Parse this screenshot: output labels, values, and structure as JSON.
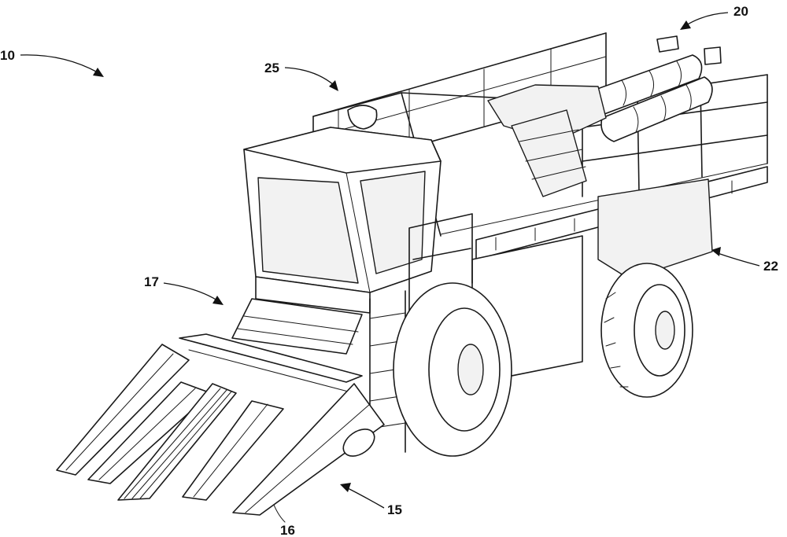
{
  "figure": {
    "labels": {
      "machine": "10",
      "basket_module": "20",
      "rear_frame": "22",
      "upper_deck": "25",
      "cab_platform": "17",
      "row_unit_header": "15",
      "row_divider": "16"
    }
  }
}
